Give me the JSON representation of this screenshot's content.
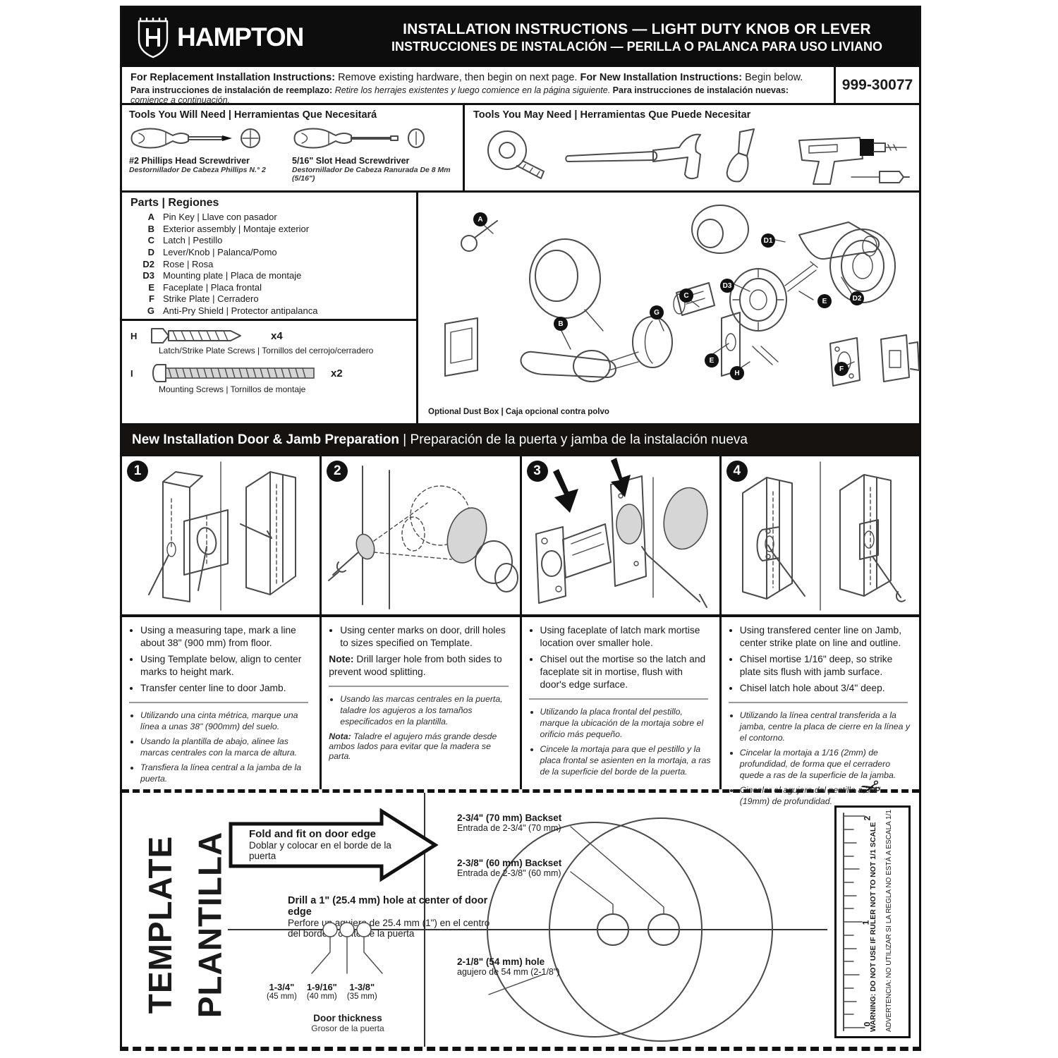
{
  "header": {
    "brand": "HAMPTON",
    "title_en": "INSTALLATION INSTRUCTIONS — LIGHT DUTY KNOB OR LEVER",
    "title_es": "INSTRUCCIONES DE INSTALACIÓN — PERILLA O PALANCA PARA USO LIVIANO"
  },
  "info_bar": {
    "en_bold1": "For Replacement Installation Instructions:",
    "en_text1": " Remove existing hardware, then begin on next page. ",
    "en_bold2": "For New Installation Instructions:",
    "en_text2": " Begin below.",
    "es_bold1": "Para instrucciones de instalación de reemplazo:",
    "es_text1": " Retire los herrajes existentes y luego comience en la página siguiente. ",
    "es_bold2": "Para instrucciones de instalación nuevas:",
    "es_text2": " comience a continuación.",
    "part_number": "999-30077"
  },
  "tools_need": {
    "title": "Tools You Will Need | Herramientas Que Necesitará",
    "items": [
      {
        "name_en": "#2 Phillips Head Screwdriver",
        "name_es": "Destornillador De Cabeza Phillips N.° 2"
      },
      {
        "name_en": "5/16\" Slot Head Screwdriver",
        "name_es": "Destornillador De Cabeza Ranurada De 8 Mm (5/16\")"
      }
    ]
  },
  "tools_may_need": {
    "title": "Tools You May Need | Herramientas Que Puede Necesitar"
  },
  "parts": {
    "title": "Parts | Regiones",
    "items": [
      {
        "key": "A",
        "label": "Pin Key | Llave con pasador"
      },
      {
        "key": "B",
        "label": "Exterior assembly | Montaje exterior"
      },
      {
        "key": "C",
        "label": "Latch | Pestillo"
      },
      {
        "key": "D",
        "label": "Lever/Knob | Palanca/Pomo"
      },
      {
        "key": "D2",
        "label": "Rose | Rosa"
      },
      {
        "key": "D3",
        "label": "Mounting plate | Placa de montaje"
      },
      {
        "key": "E",
        "label": "Faceplate | Placa frontal"
      },
      {
        "key": "F",
        "label": "Strike Plate | Cerradero"
      },
      {
        "key": "G",
        "label": "Anti-Pry Shield | Protector antipalanca"
      }
    ],
    "screws": [
      {
        "key": "H",
        "qty": "x4",
        "label": "Latch/Strike Plate Screws | Tornillos del cerrojo/cerradero"
      },
      {
        "key": "I",
        "qty": "x2",
        "label": "Mounting Screws | Tornillos de montaje"
      }
    ],
    "diagram_caption": "Optional Dust Box | Caja opcional contra polvo",
    "labels": {
      "a": "A",
      "b": "B",
      "c": "C",
      "g": "G",
      "e1": "E",
      "e2": "E",
      "h": "H",
      "f": "F",
      "d1": "D1",
      "d2": "D2",
      "d3": "D3"
    }
  },
  "section_bar": {
    "title_en": "New Installation Door & Jamb Preparation",
    "sep": " | ",
    "title_es": "Preparación de la puerta y jamba de la instalación nueva"
  },
  "steps": [
    {
      "number": "1",
      "bullets_en": [
        "Using a measuring tape, mark a line about 38\" (900 mm) from floor.",
        "Using Template below, align to center marks to height mark.",
        "Transfer center line to door Jamb."
      ],
      "bullets_es": [
        "Utilizando una cinta métrica, marque una línea a unas 38\" (900mm) del suelo.",
        "Usando la plantilla de abajo, alinee las marcas centrales con la marca de altura.",
        "Transfiera la línea central a la jamba de la puerta."
      ]
    },
    {
      "number": "2",
      "bullets_en": [
        "Using center marks on door, drill holes to sizes specified on Template."
      ],
      "note_en_label": "Note:",
      "note_en": " Drill larger hole from both sides to prevent wood splitting.",
      "bullets_es": [
        "Usando las marcas centrales en la puerta, taladre los agujeros a los tamaños especificados en la plantilla."
      ],
      "note_es_label": "Nota:",
      "note_es": " Taladre el agujero más grande desde ambos lados para evitar que la madera se parta."
    },
    {
      "number": "3",
      "bullets_en": [
        "Using faceplate of latch mark mortise location over smaller hole.",
        "Chisel out the mortise so the latch and faceplate sit in mortise, flush with door's edge surface."
      ],
      "bullets_es": [
        "Utilizando la placa frontal del pestillo, marque la ubicación de la mortaja sobre el orificio más pequeño.",
        "Cincele la mortaja para que el pestillo y la placa frontal se asienten en la mortaja, a ras de la superficie del borde de la puerta."
      ]
    },
    {
      "number": "4",
      "bullets_en": [
        "Using transfered center line on Jamb, center strike plate on line and outline.",
        "Chisel mortise 1/16\" deep, so strike plate sits flush with jamb surface.",
        "Chisel latch hole about 3/4\" deep."
      ],
      "bullets_es": [
        "Utilizando la línea central transferida a la jamba, centre la placa de cierre en la línea y el contorno.",
        "Cincelar la mortaja a 1/16 (2mm) de profundidad, de forma que el cerradero quede a ras de la superficie de la jamba.",
        "Cincelar el agujero del pestillo a 3/4\" (19mm) de profundidad."
      ]
    }
  ],
  "template": {
    "vertical_title_1": "TEMPLATE",
    "vertical_title_2": "PLANTILLA",
    "arrow_en": "Fold and fit on door edge",
    "arrow_es": "Doblar y colocar en el borde de la puerta",
    "drill_en": "Drill a 1\" (25.4 mm) hole at center of door edge",
    "drill_es": "Perfore un agujero de 25.4 mm (1\") en el centro del borde o canto de la puerta",
    "thickness": [
      {
        "inch": "1-3/4\"",
        "mm": "(45 mm)"
      },
      {
        "inch": "1-9/16\"",
        "mm": "(40 mm)"
      },
      {
        "inch": "1-3/8\"",
        "mm": "(35 mm)"
      }
    ],
    "thickness_en": "Door thickness",
    "thickness_es": "Grosor de la puerta",
    "backset1_en": "2-3/4\" (70 mm) Backset",
    "backset1_es": "Entrada de 2-3/4\" (70 mm)",
    "backset2_en": "2-3/8\" (60 mm) Backset",
    "backset2_es": "Entrada de 2-3/8\" (60 mm)",
    "hole_en": "2-1/8\" (54 mm) hole",
    "hole_es": "agujero de 54 mm (2-1/8\")",
    "ruler": {
      "t0": "0",
      "t1": "1",
      "t2": "2",
      "warning_en": "WARNING: DO NOT USE IF RULER NOT TO NOT 1/1 SCALE",
      "warning_es": "ADVERTENCIA: NO UTILIZAR SI LA REGLA NO ESTÁ A ESCALA 1/1"
    }
  }
}
